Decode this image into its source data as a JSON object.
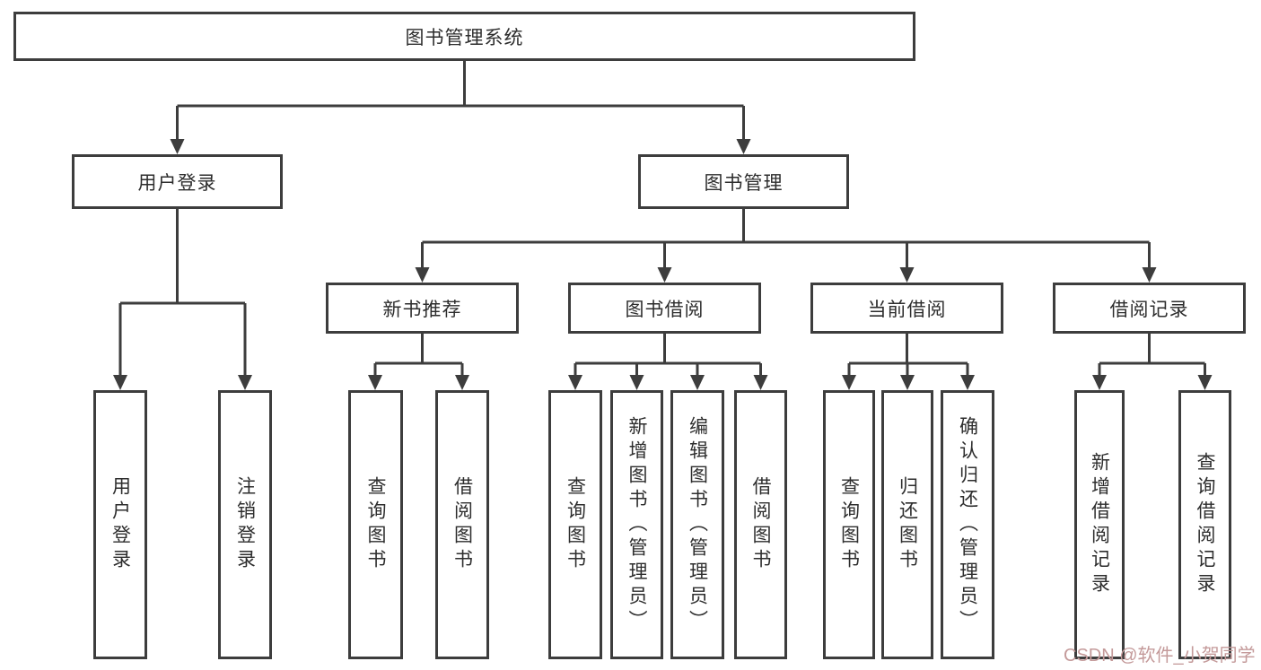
{
  "diagram": {
    "title": "图书管理系统",
    "level1": {
      "user_login": "用户登录",
      "book_mgmt": "图书管理"
    },
    "level2": {
      "new_books": "新书推荐",
      "book_borrow": "图书借阅",
      "current_borrow": "当前借阅",
      "borrow_records": "借阅记录"
    },
    "leaves": {
      "user_login_children": [
        "用户登录",
        "注销登录"
      ],
      "new_books_children": [
        "查询图书",
        "借阅图书"
      ],
      "book_borrow_children": [
        "查询图书",
        "新增图书（管理员）",
        "编辑图书（管理员）",
        "借阅图书"
      ],
      "current_borrow_children": [
        "查询图书",
        "归还图书",
        "确认归还（管理员）"
      ],
      "borrow_records_children": [
        "新增借阅记录",
        "查询借阅记录"
      ]
    },
    "colors": {
      "line": "#3d3d3d",
      "box_border": "#3d3d3d",
      "text": "#2d2d2d",
      "background": "#ffffff",
      "watermark": "#c49a9a"
    }
  },
  "watermark": {
    "text": "CSDN @软件_小贺同学"
  }
}
